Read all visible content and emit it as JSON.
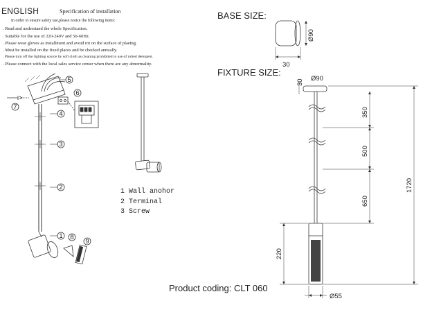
{
  "header": {
    "language": "ENGLISH",
    "spec_title": "Specification of installation",
    "intro": "In order to ensure safety use,please notice the following items:"
  },
  "instructions": [
    ". Read and understand the whole Specification.",
    ". Suitable for the use of 220-240V and 50-60Hz.",
    ". Please wear gloves as installment and avoid rot on the surface of plaetng.",
    ". Must be installed on the fixed places and be checked annually.",
    ". Please turn off the lighting source by soft cloth as cleaning prohibited to use of rotted detergent.",
    ". Please connect with the local sales service center when there are any abnormality."
  ],
  "callouts": [
    "1",
    "2",
    "3",
    "4",
    "5",
    "6",
    "7",
    "8",
    "9"
  ],
  "legend": [
    {
      "num": "1",
      "text": " Wall anohor"
    },
    {
      "num": "2",
      "text": " Terminal"
    },
    {
      "num": "3",
      "text": " Screw"
    }
  ],
  "base": {
    "title": "BASE SIZE:",
    "diameter": "Ø90",
    "height": "30"
  },
  "fixture": {
    "title": "FIXTURE SIZE:",
    "top_diameter": "Ø90",
    "top_height": "30",
    "seg1": "350",
    "seg2": "500",
    "seg3": "650",
    "head": "220",
    "total": "1720",
    "bottom_diameter": "Ø55"
  },
  "product_coding": "Product coding: CLT 060"
}
